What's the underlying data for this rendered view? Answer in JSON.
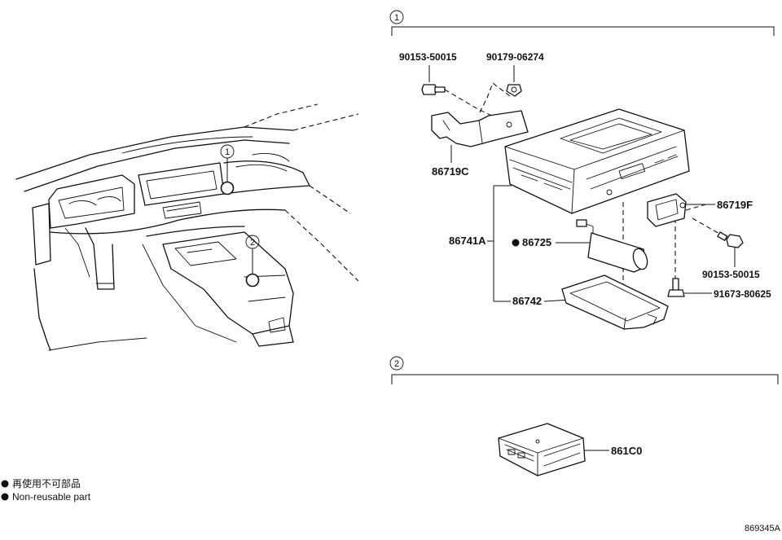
{
  "sections": [
    {
      "number": "1"
    },
    {
      "number": "2"
    }
  ],
  "callouts": [
    {
      "number": "1"
    },
    {
      "number": "2"
    }
  ],
  "parts": {
    "p_90153_top": "90153-50015",
    "p_90179": "90179-06274",
    "p_86719C": "86719C",
    "p_86741A": "86741A",
    "p_86725": "86725",
    "p_86742": "86742",
    "p_86719F": "86719F",
    "p_90153_right": "90153-50015",
    "p_91673": "91673-80625",
    "p_861C0": "861C0"
  },
  "legend": {
    "line_japanese": "再使用不可部品",
    "line_english": "Non-reusable part"
  },
  "document_id": "869345A",
  "colors": {
    "ink": "#111111",
    "paper": "#ffffff"
  }
}
